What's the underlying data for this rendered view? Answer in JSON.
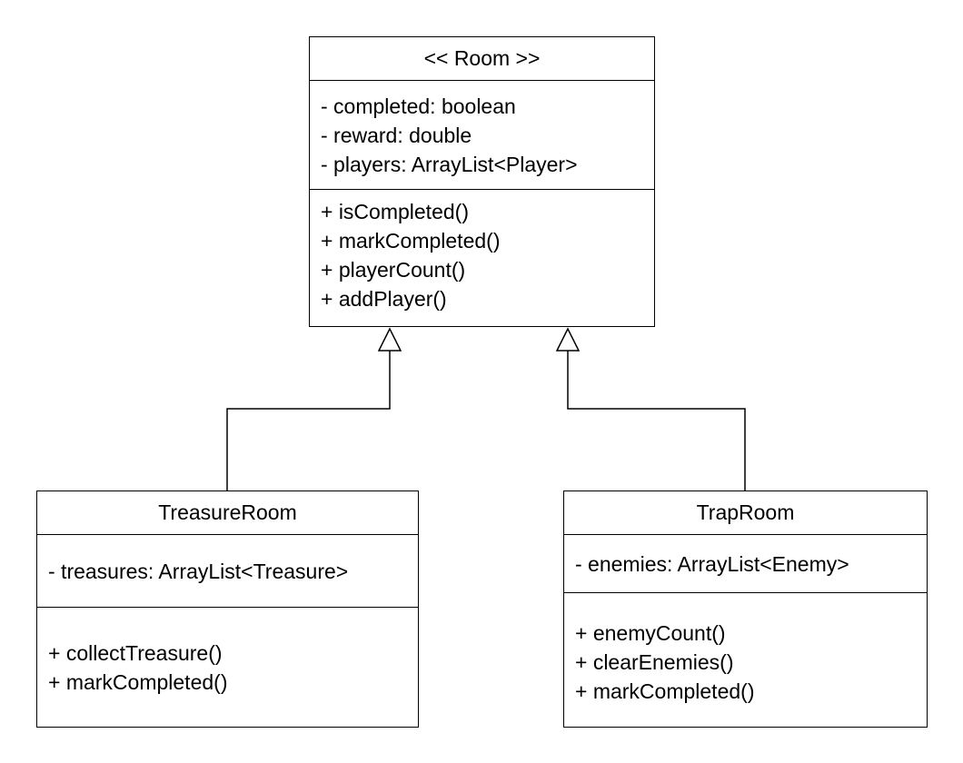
{
  "classes": {
    "room": {
      "title": "<< Room >>",
      "attributes": [
        "- completed: boolean",
        "- reward: double",
        "- players: ArrayList<Player>"
      ],
      "methods": [
        "+ isCompleted()",
        "+ markCompleted()",
        "+ playerCount()",
        "+ addPlayer()"
      ]
    },
    "treasure_room": {
      "title": "TreasureRoom",
      "attributes": [
        "- treasures: ArrayList<Treasure>"
      ],
      "methods": [
        "+ collectTreasure()",
        "+ markCompleted()"
      ]
    },
    "trap_room": {
      "title": "TrapRoom",
      "attributes": [
        "- enemies: ArrayList<Enemy>"
      ],
      "methods": [
        "+ enemyCount()",
        "+ clearEnemies()",
        "+ markCompleted()"
      ]
    }
  },
  "relationships": [
    {
      "from": "TreasureRoom",
      "to": "Room",
      "type": "generalization"
    },
    {
      "from": "TrapRoom",
      "to": "Room",
      "type": "generalization"
    }
  ],
  "colors": {
    "line": "#000000",
    "background": "#ffffff"
  }
}
